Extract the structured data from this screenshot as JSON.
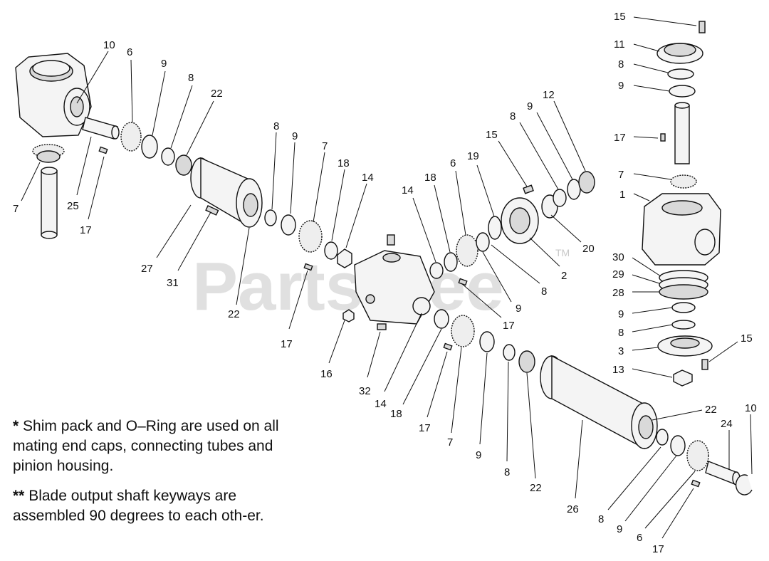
{
  "watermark": {
    "text": "PartsTree",
    "tm": "TM"
  },
  "notes": [
    {
      "mark": "*",
      "text": " Shim pack and O–Ring are used on all mating end caps, connecting tubes and pinion housing."
    },
    {
      "mark": "**",
      "text": " Blade output shaft keyways are assembled 90 degrees to each oth-er."
    }
  ],
  "callouts": {
    "c10a": "10",
    "c6a": "6",
    "c9a": "9",
    "c8a": "8",
    "c22a": "22",
    "c7a": "7",
    "c25": "25",
    "c17a": "17",
    "c8b": "8",
    "c9b": "9",
    "c7b": "7",
    "c18a": "18",
    "c14a": "14",
    "c27": "27",
    "c31": "31",
    "c22b": "22",
    "c17b": "17",
    "c14b": "14",
    "c18b": "18",
    "c6b": "6",
    "c19": "19",
    "c15a": "15",
    "c8c": "8",
    "c9c": "9",
    "c12": "12",
    "c20": "20",
    "c2": "2",
    "c8d": "8",
    "c9d": "9",
    "c17c": "17",
    "c16": "16",
    "c32": "32",
    "c14c": "14",
    "c18c": "18",
    "c17d": "17",
    "c7c": "7",
    "c9e": "9",
    "c8e": "8",
    "c22c": "22",
    "c26": "26",
    "c8f": "8",
    "c9f": "9",
    "c6c": "6",
    "c17e": "17",
    "c22d": "22",
    "c24": "24",
    "c10b": "10",
    "c15b": "15",
    "c11": "11",
    "c8g": "8",
    "c9g": "9",
    "c17f": "17",
    "c7d": "7",
    "c1": "1",
    "c30": "30",
    "c29": "29",
    "c28": "28",
    "c9h": "9",
    "c8h": "8",
    "c3": "3",
    "c15c": "15",
    "c13": "13"
  }
}
